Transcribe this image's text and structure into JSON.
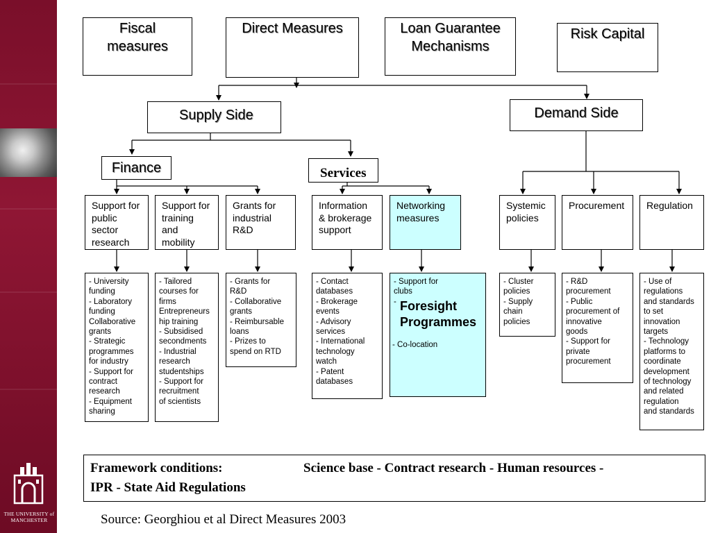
{
  "sidebar": {
    "university_name": "THE UNIVERSITY of MANCHESTER",
    "colors": {
      "background": "#7a0f2a",
      "text": "#ffffff"
    }
  },
  "top_boxes": {
    "fiscal": "Fiscal\nmeasures",
    "direct": "Direct Measures",
    "loan": "Loan Guarantee\nMechanisms",
    "risk": "Risk Capital"
  },
  "mid_boxes": {
    "supply": "Supply Side",
    "demand": "Demand  Side"
  },
  "sub_boxes": {
    "finance": "Finance",
    "services": "Services"
  },
  "categories": {
    "public_research": "Support for\npublic\nsector\nresearch",
    "training": "Support for\ntraining\nand\nmobility",
    "grants": "Grants for\nindustrial\nR&D",
    "information": "Information\n& brokerage\nsupport",
    "networking": "Networking\nmeasures",
    "systemic": "Systemic\npolicies",
    "procurement": "Procurement",
    "regulation": "Regulation"
  },
  "details": {
    "public_research": "-  University\n   funding\n-  Laboratory\n   funding\n   Collaborative\n   grants\n-  Strategic\n   programmes\n   for industry\n-  Support for\n   contract\n   research\n-  Equipment\n   sharing",
    "training": "-  Tailored\n   courses for\n   firms\n   Entrepreneurs\n   hip training\n-  Subsidised\n   secondments\n-  Industrial\n   research\n   studentships\n-  Support for\n   recruitment\n   of scientists",
    "grants": "-  Grants for\n   R&D\n-  Collaborative\n   grants\n-  Reimbursable\n   loans\n-  Prizes to\n   spend on RTD",
    "information": "-  Contact\n   databases\n-  Brokerage\n   events\n-  Advisory\n   services\n-  International\n   technology\n   watch\n-  Patent\n   databases",
    "networking_top": "-  Support for\n   clubs",
    "networking_dash": "-",
    "networking_foresight": "Foresight\nProgrammes",
    "networking_bottom": "- Co-location",
    "systemic": "-  Cluster\n   policies\n-  Supply\n   chain\n   policies",
    "procurement": "-  R&D\n   procurement\n-  Public\n   procurement of\n   innovative\n   goods\n-  Support for\n   private\n   procurement",
    "regulation": "-  Use of\n   regulations\n   and standards\n   to set\n   innovation\n   targets\n-  Technology\n   platforms to\n   coordinate\n   development\n   of technology\n   and related\n   regulation\n   and standards"
  },
  "framework": {
    "label": "Framework conditions:",
    "items": "Science base  - Contract research  -  Human resources  -",
    "items_line2": "IPR  -  State Aid Regulations"
  },
  "source": "Source: Georghiou et al Direct Measures 2003",
  "colors": {
    "highlight": "#ccffff",
    "line": "#000000"
  }
}
